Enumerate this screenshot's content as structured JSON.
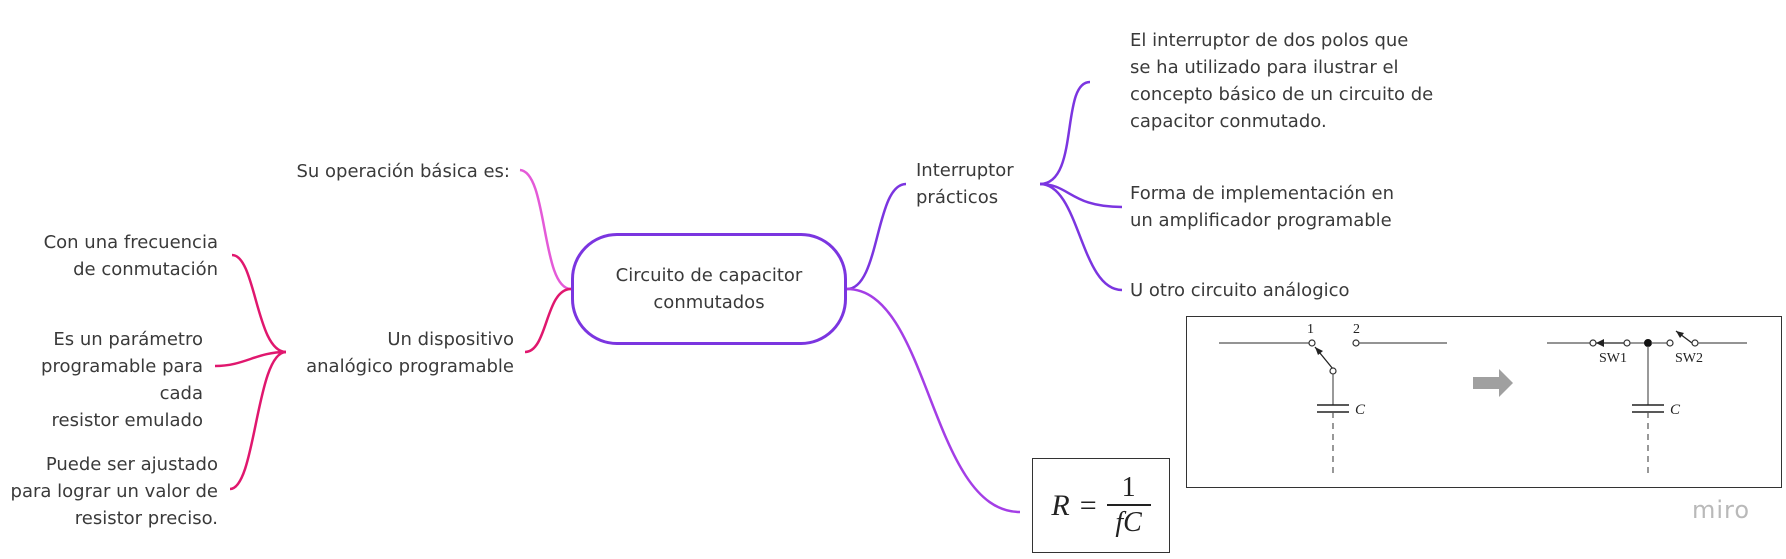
{
  "center": {
    "label": "Circuito de capacitor\nconmutados"
  },
  "left": {
    "op_basica": "Su operación básica es:",
    "dispositivo": "Un dispositivo\nanalógico programable",
    "frecuencia": "Con una frecuencia\nde conmutación",
    "parametro": "Es un parámetro\nprogramable para cada\nresistor emulado",
    "ajustado": "Puede ser ajustado\npara lograr un valor de\nresistor preciso."
  },
  "right": {
    "interruptor": "Interruptor\nprácticos",
    "dos_polos": "El interruptor de dos polos que\nse ha utilizado para ilustrar el\nconcepto básico de un circuito de\ncapacitor conmutado.",
    "implementacion": "Forma de implementación en\nun amplificador programable",
    "otro": "U otro circuito análogico"
  },
  "formula": {
    "lhs": "R",
    "eq": "=",
    "num": "1",
    "den": "fC"
  },
  "circuit": {
    "pos1": "1",
    "pos2": "2",
    "cap_left": "C",
    "sw1": "SW1",
    "sw2": "SW2",
    "cap_right": "C"
  },
  "colors": {
    "magenta": "#e0176e",
    "pink": "#e45ad8",
    "purple": "#7b35e0",
    "violet": "#a43ee6",
    "node_border": "#7b35e0"
  },
  "watermark": "miro"
}
